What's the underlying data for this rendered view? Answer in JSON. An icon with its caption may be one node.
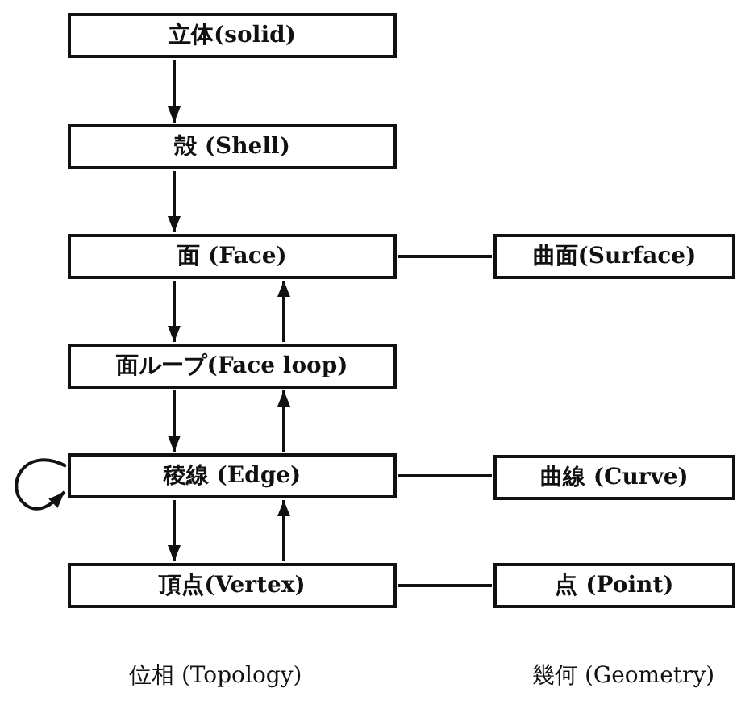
{
  "diagram": {
    "nodes": [
      {
        "text": [
          "立体(solid)"
        ]
      },
      {
        "text": [
          "殻 (Shell)"
        ]
      },
      {
        "text": [
          "面 (Face)"
        ]
      },
      {
        "text": [
          "面ループ(Face loop)"
        ]
      },
      {
        "text": [
          "稜線 (Edge)"
        ]
      },
      {
        "text": [
          "頂点(Vertex)"
        ]
      },
      {
        "text": [
          "曲面(Surface)"
        ]
      },
      {
        "text": [
          "曲線 (Curve)"
        ]
      },
      {
        "text": [
          "点 (Point)"
        ]
      }
    ],
    "edges": [
      {
        "from": 0,
        "to": 1,
        "arrow": "to"
      },
      {
        "from": 1,
        "to": 2,
        "arrow": "to"
      },
      {
        "from": 2,
        "to": 3,
        "arrow": "to"
      },
      {
        "from": 3,
        "to": 2,
        "arrow": "to"
      },
      {
        "from": 3,
        "to": 4,
        "arrow": "to"
      },
      {
        "from": 4,
        "to": 3,
        "arrow": "to"
      },
      {
        "from": 4,
        "to": 5,
        "arrow": "to"
      },
      {
        "from": 5,
        "to": 4,
        "arrow": "to"
      },
      {
        "from": 4,
        "to": 4,
        "arrow": "to"
      },
      {
        "from": 2,
        "to": 6,
        "arrow": "none"
      },
      {
        "from": 4,
        "to": 7,
        "arrow": "none"
      },
      {
        "from": 5,
        "to": 8,
        "arrow": "none"
      }
    ],
    "labels": [
      "位相 (Topology)",
      "幾何 (Geometry)"
    ]
  }
}
